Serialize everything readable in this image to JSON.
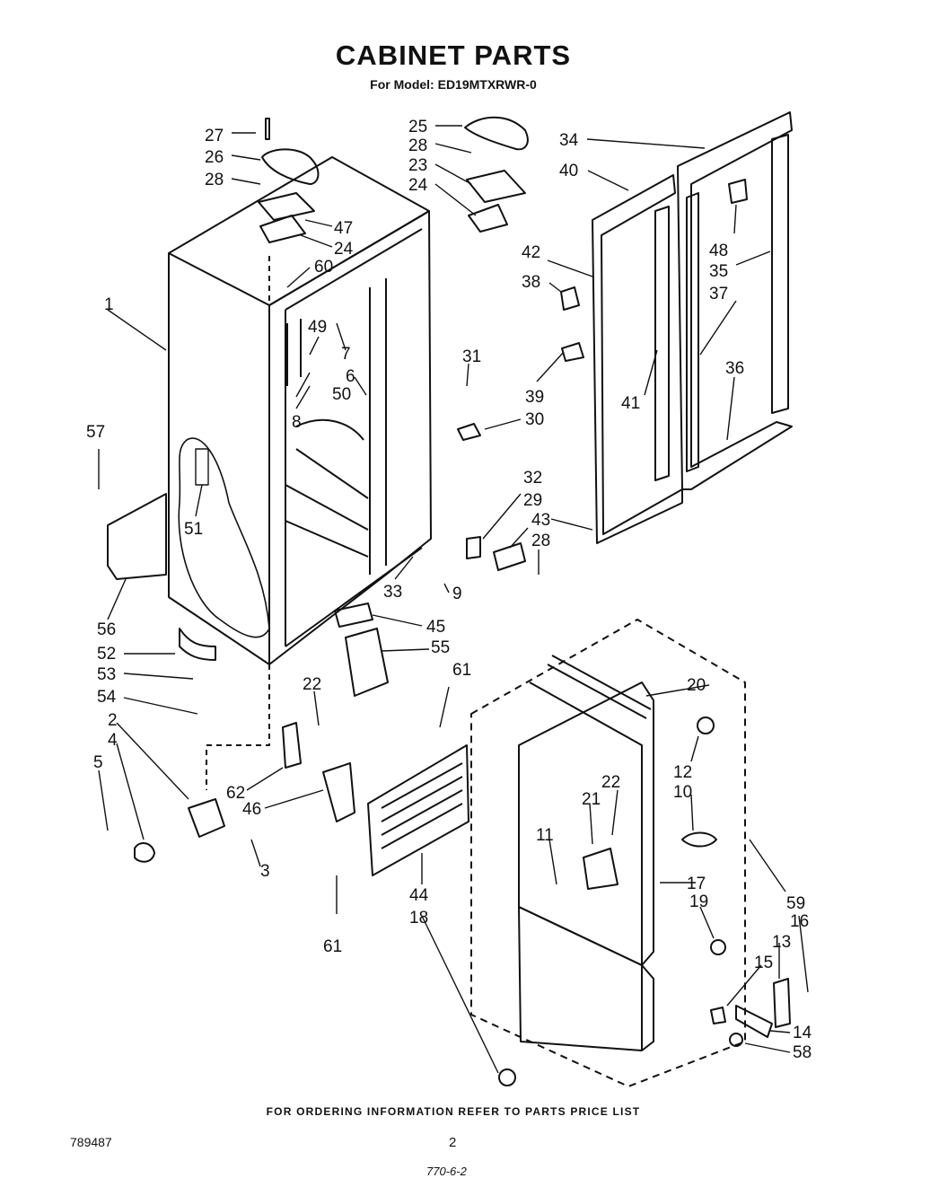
{
  "header": {
    "title": "CABINET PARTS",
    "subtitle": "For Model: ED19MTXRWR-0"
  },
  "footer": {
    "ordering_note": "FOR ORDERING INFORMATION REFER TO PARTS PRICE LIST",
    "document_number": "789487",
    "page_number": "2",
    "handwritten_code": "770-6-2"
  },
  "callouts": [
    "27",
    "26",
    "28",
    "25",
    "28",
    "23",
    "24",
    "34",
    "40",
    "47",
    "24",
    "60",
    "1",
    "49",
    "7",
    "6",
    "50",
    "8",
    "42",
    "38",
    "48",
    "35",
    "37",
    "31",
    "39",
    "30",
    "41",
    "36",
    "57",
    "51",
    "32",
    "29",
    "43",
    "28",
    "33",
    "9",
    "56",
    "45",
    "52",
    "55",
    "53",
    "61",
    "54",
    "22",
    "20",
    "2",
    "4",
    "5",
    "62",
    "46",
    "3",
    "12",
    "10",
    "22",
    "21",
    "11",
    "17",
    "19",
    "59",
    "16",
    "13",
    "15",
    "14",
    "58",
    "44",
    "18",
    "61"
  ]
}
